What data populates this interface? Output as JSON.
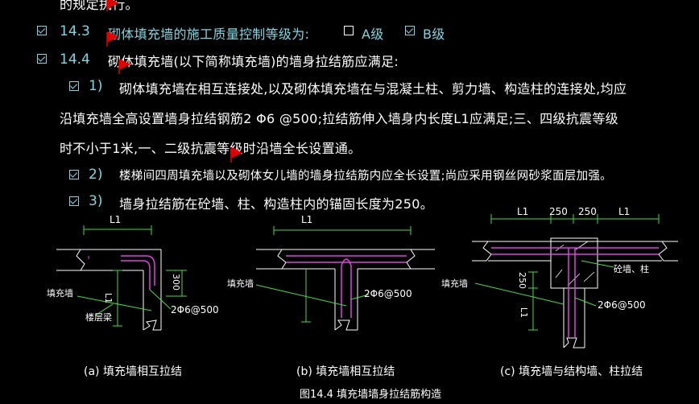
{
  "top_cut": "的规定执行。",
  "items": [
    {
      "num": "14.3",
      "text": "砌体填充墙的施工质量控制等级为:",
      "checked": true
    },
    {
      "num": "14.4",
      "text": "砌体填充墙(以下简称填充墙)的墙身拉结筋应满足:",
      "checked": true
    }
  ],
  "grade_options": [
    {
      "label": "A级",
      "checked": false
    },
    {
      "label": "B级",
      "checked": true
    }
  ],
  "sub_items": [
    {
      "num": "1)",
      "line1": "砌体填充墙在相互连接处,以及砌体填充墙在与混凝土柱、剪力墙、构造柱的连接处,均应",
      "line2": "沿填充墙全高设置墙身拉结钢筋2 Φ6 @500;拉结筋伸入墙身内长度L1应满足;三、四级抗震等级",
      "line3": "时不小于1米,一、二级抗震等级时沿墙全长设置通。"
    },
    {
      "num": "2)",
      "line1": "楼梯间四周填充墙以及砌体女儿墙的墙身拉结筋内应全长设置;尚应采用钢丝网砂浆面层加强。"
    },
    {
      "num": "3)",
      "line1": "墙身拉结筋在砼墙、柱、构造柱内的锚固长度为250。"
    }
  ],
  "diagram_labels": {
    "a_l1": "L1",
    "a_300": "300",
    "a_l1_v": "L1",
    "a_fill": "填充墙",
    "a_beam": "楼层梁",
    "a_rebar": "2Φ6@500",
    "b_l1": "L1",
    "b_fill": "填充墙",
    "b_rebar": "2Φ6@500",
    "c_l1_left": "L1",
    "c_250_a": "250",
    "c_250_b": "250",
    "c_l1_right": "L1",
    "c_250_v": "250",
    "c_l1_v": "L1",
    "c_col": "砼墙、柱",
    "c_fill": "填充墙",
    "c_rebar": "2Φ6@500"
  },
  "captions": {
    "a": "(a)  填充墙相互拉结",
    "b": "(b)  填充墙相互拉结",
    "c": "(c)  填充墙与结构墙、柱拉结",
    "figure": "图14.4   填充墙墙身拉结筋构造"
  },
  "colors": {
    "cyan": "#7fd6e0",
    "magenta": "#e040e0",
    "green": "#40e040",
    "flag": "#e00000"
  }
}
